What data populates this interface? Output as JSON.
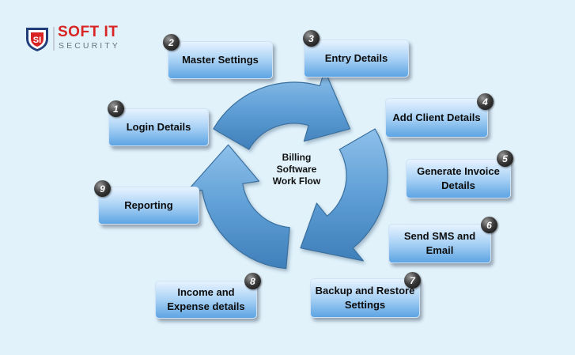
{
  "brand": {
    "logo_mark": "SI",
    "name": "SOFT IT",
    "tagline": "SECURITY",
    "colors": {
      "red": "#d92424",
      "navy": "#213e7a",
      "gray": "#6b7380"
    }
  },
  "diagram": {
    "center_label": "Billing\nSoftware\nWork Flow",
    "cycle_color": "#5a9bd3",
    "steps": [
      {
        "number": "1",
        "label": "Login Details"
      },
      {
        "number": "2",
        "label": "Master Settings"
      },
      {
        "number": "3",
        "label": "Entry Details"
      },
      {
        "number": "4",
        "label": "Add Client Details"
      },
      {
        "number": "5",
        "label": "Generate Invoice\nDetails"
      },
      {
        "number": "6",
        "label": "Send SMS and\nEmail"
      },
      {
        "number": "7",
        "label": "Backup and Restore\nSettings"
      },
      {
        "number": "8",
        "label": "Income and\nExpense details"
      },
      {
        "number": "9",
        "label": "Reporting"
      }
    ]
  }
}
